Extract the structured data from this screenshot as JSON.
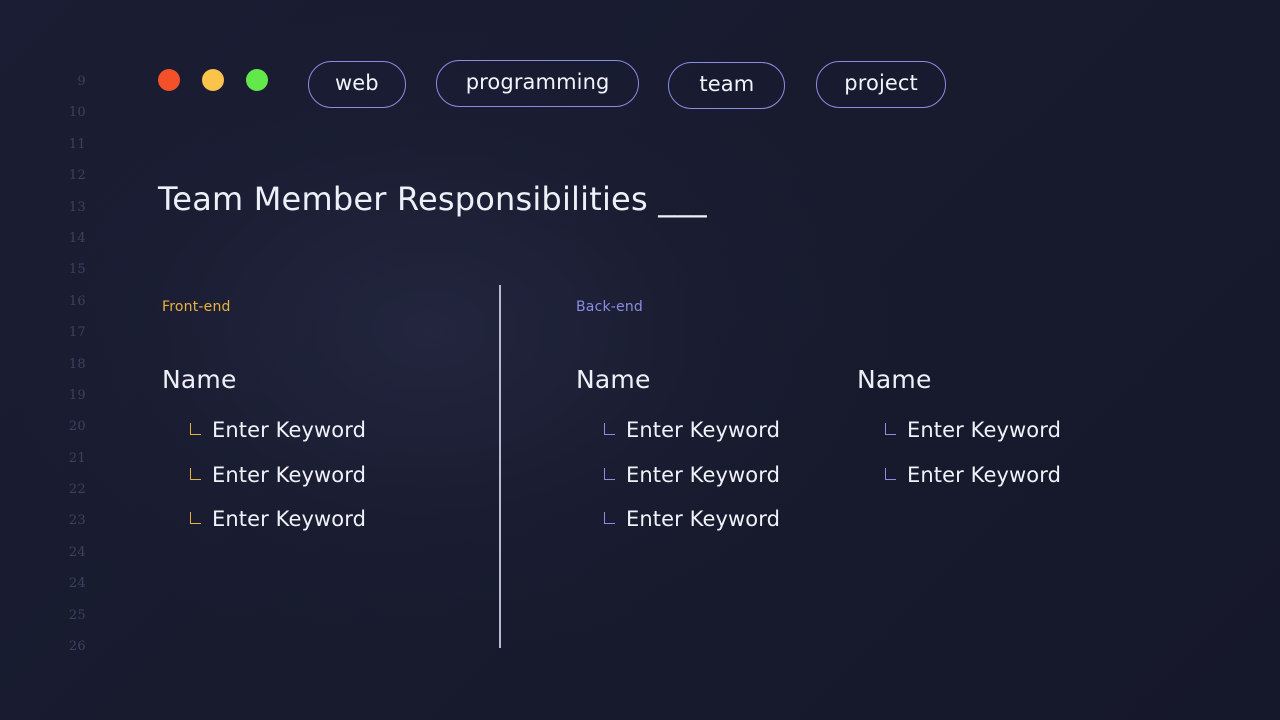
{
  "window": {
    "dots": [
      {
        "name": "close-dot",
        "color": "#f4502a"
      },
      {
        "name": "minimize-dot",
        "color": "#fbc34b"
      },
      {
        "name": "maximize-dot",
        "color": "#62e84a"
      }
    ]
  },
  "tags": [
    {
      "label": "web"
    },
    {
      "label": "programming"
    },
    {
      "label": "team"
    },
    {
      "label": "project"
    }
  ],
  "title": "Team Member Responsibilities ___",
  "gutter": {
    "line_numbers": [
      "9",
      "10",
      "11",
      "12",
      "13",
      "14",
      "15",
      "16",
      "17",
      "18",
      "19",
      "20",
      "21",
      "22",
      "23",
      "24",
      "24",
      "25",
      "26"
    ]
  },
  "colors": {
    "background": "#171a2e",
    "pill_border": "#8b8ce3",
    "divider": "#b9bad2",
    "text_primary": "#eef0f8",
    "gutter_text": "#3c4161",
    "front_end_accent": "#e8b23f",
    "back_end_accent": "#8b8ce3"
  },
  "columns": [
    {
      "tag": "Front-end",
      "tag_color": "#e8b23f",
      "marker_color": "#e8b23f",
      "name": "Name",
      "keywords": [
        "Enter Keyword",
        "Enter Keyword",
        "Enter Keyword"
      ]
    },
    {
      "tag": "Back-end",
      "tag_color": "#8b8ce3",
      "marker_color": "#8b8ce3",
      "name": "Name",
      "keywords": [
        "Enter Keyword",
        "Enter Keyword",
        "Enter Keyword"
      ]
    },
    {
      "tag": "",
      "tag_color": "#8b8ce3",
      "marker_color": "#8b8ce3",
      "name": "Name",
      "keywords": [
        "Enter Keyword",
        "Enter Keyword"
      ]
    }
  ]
}
